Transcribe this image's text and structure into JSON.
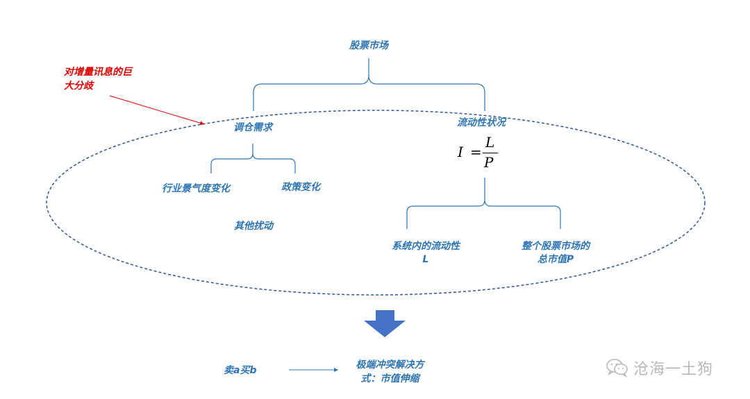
{
  "nodes": {
    "stock_market": "股票市场",
    "rebalance_demand": "调仓需求",
    "liquidity_status": "流动性状况",
    "industry_sentiment": "行业景气度变化",
    "policy_change": "政策变化",
    "other_disturbance": "其他扰动",
    "system_liquidity_line1": "系统内的流动性",
    "system_liquidity_line2": "L",
    "total_market_cap_line1": "整个股票市场的",
    "total_market_cap_line2": "总市值P",
    "sell_a_buy_b": "卖a买b",
    "resolution_line1": "极端冲突解决方",
    "resolution_line2": "式：市值伸缩"
  },
  "annotation": {
    "line1": "对增量讯息的巨",
    "line2": "大分歧"
  },
  "formula": {
    "lhs": "I",
    "eq": "=",
    "numerator": "L",
    "denominator": "P"
  },
  "watermark": {
    "text": "沧海一土狗"
  },
  "colors": {
    "label": "#2e75b6",
    "annotation": "#e00000",
    "bracket": "#2e75b6",
    "ellipse": "#2f5597",
    "down_arrow": "#4472c4",
    "watermark": "#b8b8b8"
  },
  "icons": {
    "down_arrow": "down-arrow-icon",
    "watermark_logo": "wechat-icon"
  }
}
